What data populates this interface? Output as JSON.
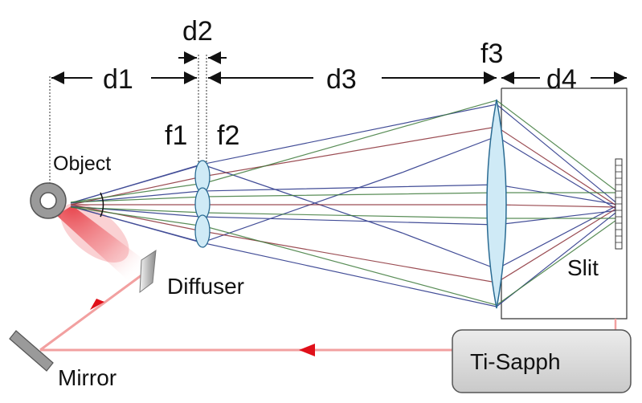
{
  "labels": {
    "d1": "d1",
    "d2": "d2",
    "d3": "d3",
    "d4": "d4",
    "f1": "f1",
    "f2": "f2",
    "f3": "f3",
    "object": "Object",
    "diffuser": "Diffuser",
    "slit": "Slit",
    "mirror": "Mirror",
    "laser": "Ti-Sapph"
  },
  "colors": {
    "ray_blue": "#2e3a8c",
    "ray_red": "#8a2e36",
    "ray_green": "#3d7a3a",
    "lens_fill": "#cfeaf6",
    "lens_stroke": "#2a6b93",
    "laser_beam": "#f2a0a0",
    "arrow_red": "#e0101a",
    "box_fill": "#d9d9d9",
    "object_gray": "#9a9a9a"
  }
}
